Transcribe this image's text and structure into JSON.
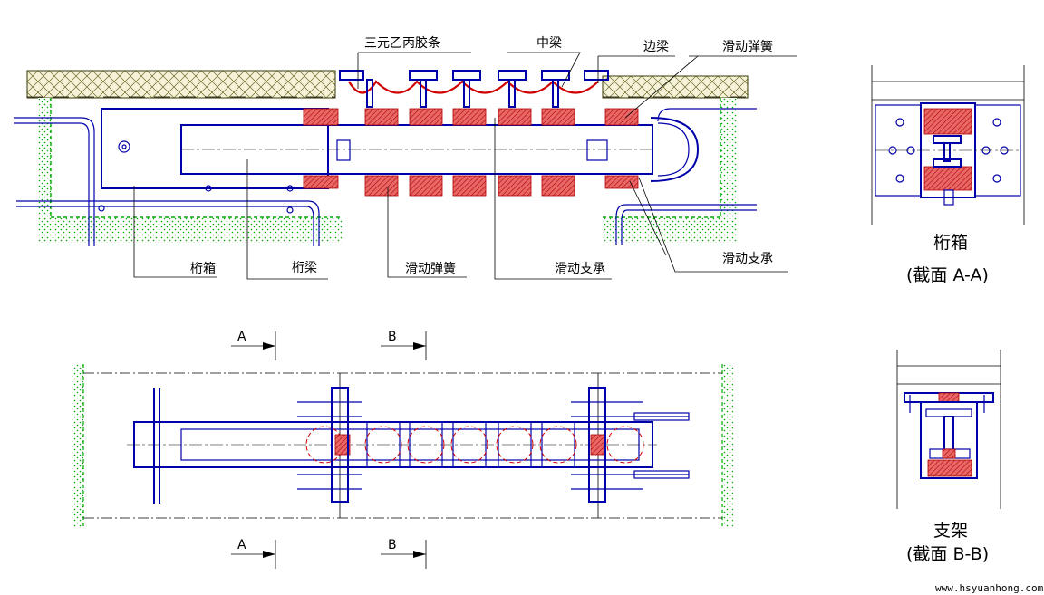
{
  "elevation": {
    "labels": {
      "epdm_seal": "三元乙丙胶条",
      "center_beam": "中梁",
      "edge_beam": "边梁",
      "sliding_spring_top": "滑动弹簧",
      "girder_box": "桁箱",
      "girder_beam": "桁梁",
      "sliding_spring_bottom": "滑动弹簧",
      "sliding_bearing_1": "滑动支承",
      "sliding_bearing_2": "滑动支承"
    }
  },
  "plan": {
    "section_a_top": "A",
    "section_b_top": "B",
    "section_a_bottom": "A",
    "section_b_bottom": "B"
  },
  "section_aa": {
    "title": "桁箱",
    "subtitle": "(截面 A-A)"
  },
  "section_bb": {
    "title": "支架",
    "subtitle": "(截面 B-B)"
  },
  "watermark": "www.hsyuanhong.com",
  "colors": {
    "line": "#0000aa",
    "hatch": "#d00000",
    "concrete_edge": "#00aa00",
    "pavement": "#8a8a2a"
  }
}
